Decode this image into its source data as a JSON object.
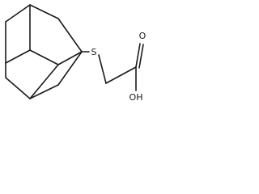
{
  "molecule": {
    "atoms": {
      "sulfur": "S",
      "carbonyl_oxygen": "O",
      "hydroxyl": "OH"
    }
  }
}
